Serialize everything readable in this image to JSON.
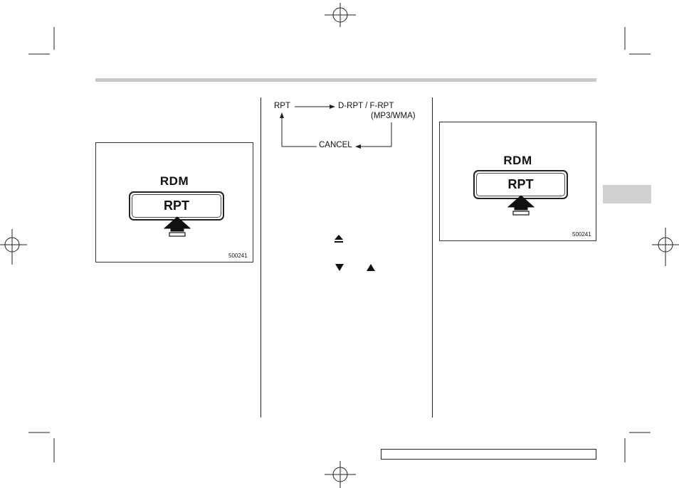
{
  "figure_left": {
    "label_top": "RDM",
    "button_label": "RPT",
    "figure_id": "500241"
  },
  "figure_right": {
    "label_top": "RDM",
    "button_label": "RPT",
    "figure_id": "500241"
  },
  "flow_diagram": {
    "start": "RPT",
    "target": "D-RPT / F-RPT",
    "target_note": "(MP3/WMA)",
    "return": "CANCEL"
  },
  "icons": [
    "eject-icon",
    "down-triangle-icon",
    "up-triangle-icon",
    "crop-mark-icon",
    "registration-target-icon"
  ]
}
